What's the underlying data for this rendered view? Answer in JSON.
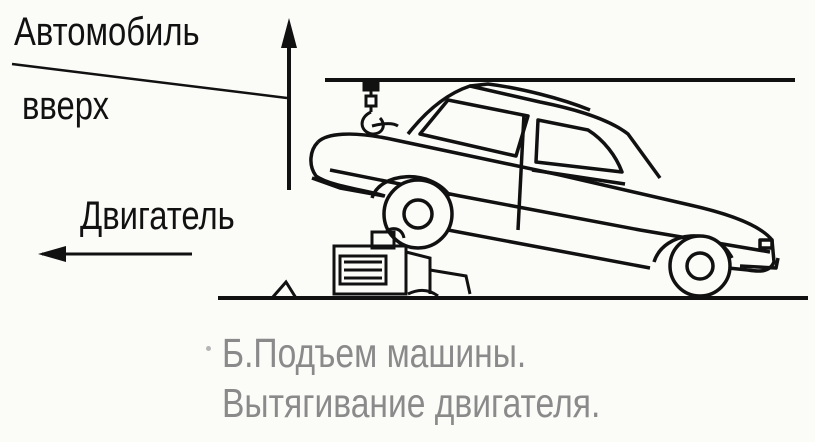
{
  "labels": {
    "car_up_line1": "Автомобиль",
    "car_up_line2": "вверх",
    "engine": "Двигатель"
  },
  "caption": {
    "line1": "Б.Подъем машины.",
    "line2": "Вытягивание двигателя."
  },
  "colors": {
    "ink": "#111111",
    "caption": "#8a8a8a",
    "background": "#fbfbf8"
  }
}
